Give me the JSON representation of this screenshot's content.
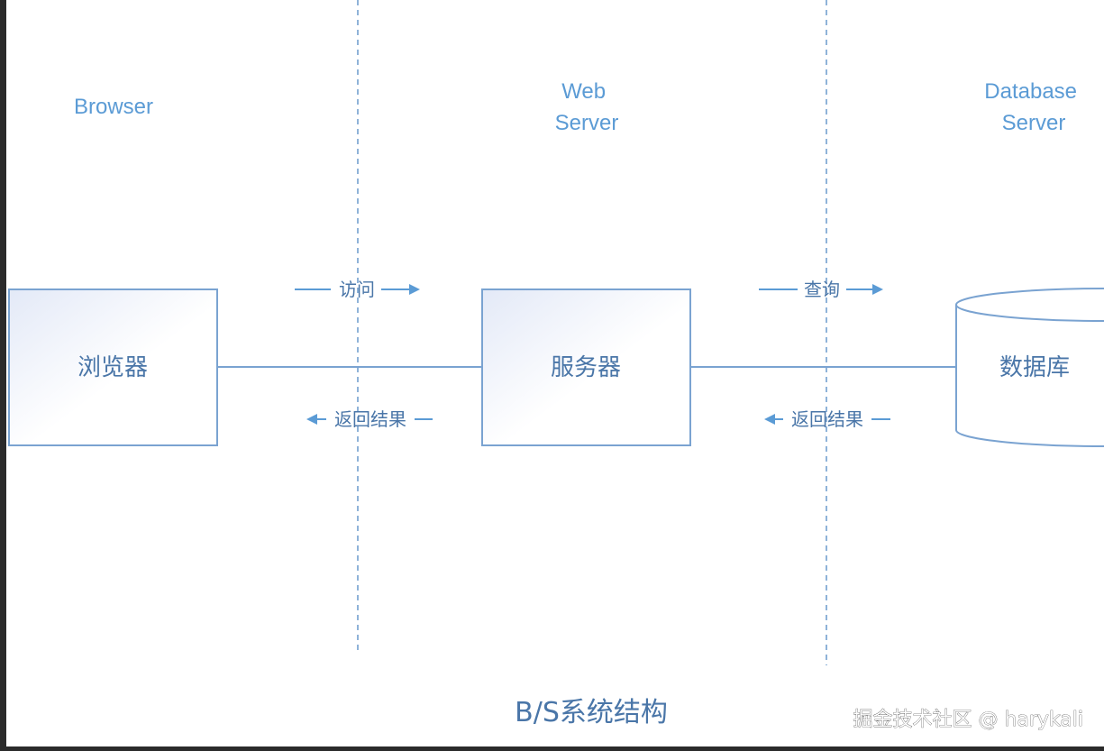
{
  "diagram": {
    "columns": [
      {
        "id": "browser",
        "label_lines": [
          "Browser"
        ]
      },
      {
        "id": "web",
        "label_lines": [
          "Web",
          "Server"
        ]
      },
      {
        "id": "db",
        "label_lines": [
          "Database",
          "Server"
        ]
      }
    ],
    "nodes": {
      "browser": "浏览器",
      "server": "服务器",
      "database": "数据库"
    },
    "arrows": {
      "browser_to_server": "访问",
      "server_to_browser": "返回结果",
      "server_to_db": "查询",
      "db_to_server": "返回结果"
    },
    "title": "B/S系统结构",
    "watermark": "掘金技术社区 @ harykali"
  },
  "colors": {
    "accent": "#5b9bd5",
    "text": "#4a76a8",
    "divider": "#8fb3d9"
  }
}
